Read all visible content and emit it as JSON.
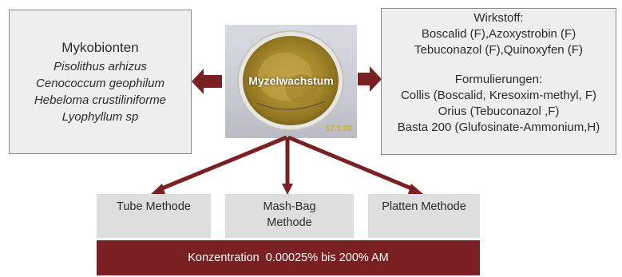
{
  "left_box": {
    "title": "Mykobionten",
    "species": [
      "Pisolithus arhizus",
      "Cenococcum geophilum",
      "Hebeloma crustiliniforme",
      "Lyophyllum sp"
    ]
  },
  "center": {
    "label": "Myzelwachstum",
    "date": "17.1.20"
  },
  "right_box": {
    "lines_top": [
      "Wirkstoff:",
      "Boscalid (F),Azoxystrobin (F)",
      "Tebuconazol (F),Quinoxyfen (F)"
    ],
    "lines_bottom": [
      "Formulierungen:",
      "Collis (Boscalid, Kresoxim-methyl, F)",
      "Orius (Tebuconazol ,F)",
      "Basta 200 (Glufosinate-Ammonium,H)"
    ]
  },
  "methods": [
    {
      "label": "Tube Methode"
    },
    {
      "label_lines": [
        "Mash-Bag",
        "Methode"
      ]
    },
    {
      "label": "Platten Methode"
    }
  ],
  "concentration": "Konzentration  0.00025% bis 200% AM",
  "colors": {
    "accent": "#7a1f22",
    "box_fill": "#eeeeee",
    "method_fill": "#dedede"
  }
}
